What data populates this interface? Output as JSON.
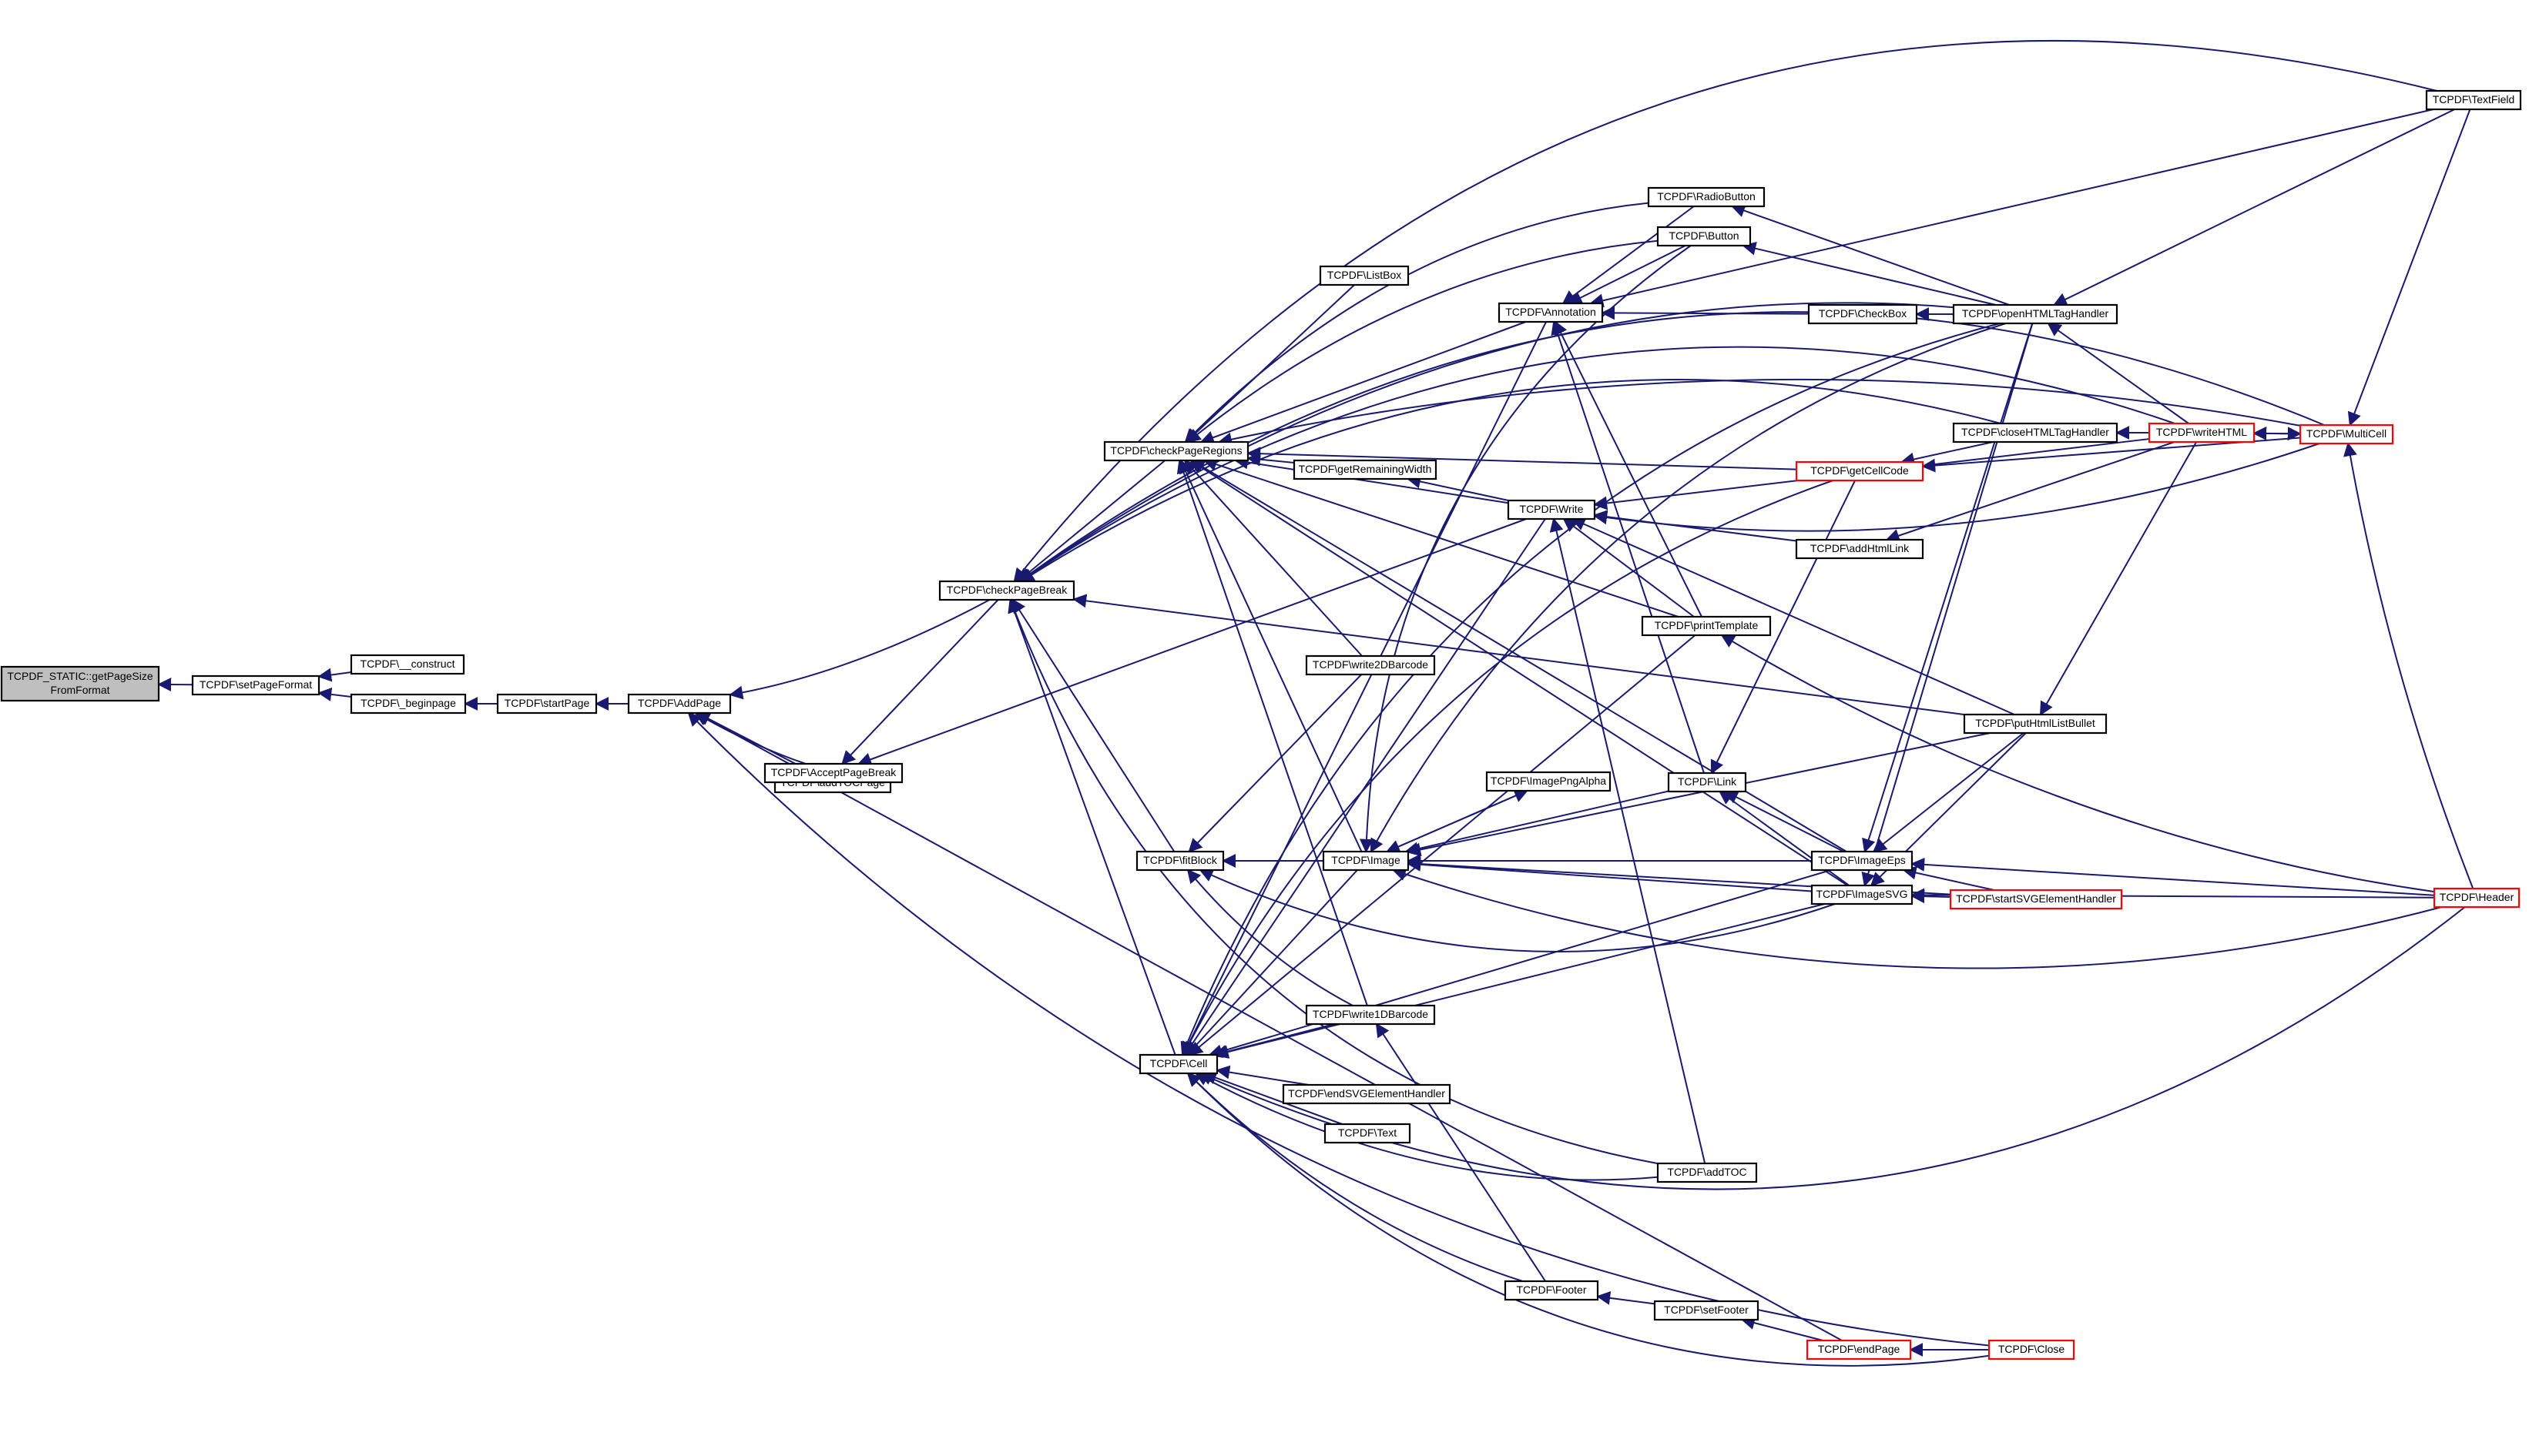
{
  "colors": {
    "edge": "#191970",
    "box_stroke_normal": "#000000",
    "box_stroke_truncated": "#ff0000",
    "box_fill_root": "#bfbfbf",
    "box_fill": "#ffffff"
  },
  "nodes": [
    {
      "id": "root",
      "lines": [
        "TCPDF_STATIC::getPageSize",
        "FromFormat"
      ],
      "style": "root"
    },
    {
      "id": "setPageFormat",
      "lines": [
        "TCPDF\\setPageFormat"
      ],
      "style": "normal"
    },
    {
      "id": "construct",
      "lines": [
        "TCPDF\\__construct"
      ],
      "style": "normal"
    },
    {
      "id": "beginpage",
      "lines": [
        "TCPDF\\_beginpage"
      ],
      "style": "normal"
    },
    {
      "id": "startPage",
      "lines": [
        "TCPDF\\startPage"
      ],
      "style": "normal"
    },
    {
      "id": "AddPage",
      "lines": [
        "TCPDF\\AddPage"
      ],
      "style": "normal"
    },
    {
      "id": "addTOCPage",
      "lines": [
        "TCPDF\\addTOCPage"
      ],
      "style": "normal"
    },
    {
      "id": "AcceptPageBreak",
      "lines": [
        "TCPDF\\AcceptPageBreak"
      ],
      "style": "normal"
    },
    {
      "id": "checkPageBreak",
      "lines": [
        "TCPDF\\checkPageBreak"
      ],
      "style": "normal"
    },
    {
      "id": "checkPageRegions",
      "lines": [
        "TCPDF\\checkPageRegions"
      ],
      "style": "normal"
    },
    {
      "id": "fitBlock",
      "lines": [
        "TCPDF\\fitBlock"
      ],
      "style": "normal"
    },
    {
      "id": "Cell",
      "lines": [
        "TCPDF\\Cell"
      ],
      "style": "normal"
    },
    {
      "id": "ListBox",
      "lines": [
        "TCPDF\\ListBox"
      ],
      "style": "normal"
    },
    {
      "id": "getRemainingWidth",
      "lines": [
        "TCPDF\\getRemainingWidth"
      ],
      "style": "normal"
    },
    {
      "id": "write2DBarcode",
      "lines": [
        "TCPDF\\write2DBarcode"
      ],
      "style": "normal"
    },
    {
      "id": "Image",
      "lines": [
        "TCPDF\\Image"
      ],
      "style": "normal"
    },
    {
      "id": "write1DBarcode",
      "lines": [
        "TCPDF\\write1DBarcode"
      ],
      "style": "normal"
    },
    {
      "id": "endSVGElementHandler",
      "lines": [
        "TCPDF\\endSVGElementHandler"
      ],
      "style": "normal"
    },
    {
      "id": "Text",
      "lines": [
        "TCPDF\\Text"
      ],
      "style": "normal"
    },
    {
      "id": "ImagePngAlpha",
      "lines": [
        "TCPDF\\ImagePngAlpha"
      ],
      "style": "normal"
    },
    {
      "id": "Annotation",
      "lines": [
        "TCPDF\\Annotation"
      ],
      "style": "normal"
    },
    {
      "id": "Write",
      "lines": [
        "TCPDF\\Write"
      ],
      "style": "normal"
    },
    {
      "id": "Footer",
      "lines": [
        "TCPDF\\Footer"
      ],
      "style": "normal"
    },
    {
      "id": "RadioButton",
      "lines": [
        "TCPDF\\RadioButton"
      ],
      "style": "normal"
    },
    {
      "id": "Button",
      "lines": [
        "TCPDF\\Button"
      ],
      "style": "normal"
    },
    {
      "id": "printTemplate",
      "lines": [
        "TCPDF\\printTemplate"
      ],
      "style": "normal"
    },
    {
      "id": "Link",
      "lines": [
        "TCPDF\\Link"
      ],
      "style": "normal"
    },
    {
      "id": "addTOC",
      "lines": [
        "TCPDF\\addTOC"
      ],
      "style": "normal"
    },
    {
      "id": "setFooter",
      "lines": [
        "TCPDF\\setFooter"
      ],
      "style": "normal"
    },
    {
      "id": "CheckBox",
      "lines": [
        "TCPDF\\CheckBox"
      ],
      "style": "normal"
    },
    {
      "id": "getCellCode",
      "lines": [
        "TCPDF\\getCellCode"
      ],
      "style": "truncated"
    },
    {
      "id": "addHtmlLink",
      "lines": [
        "TCPDF\\addHtmlLink"
      ],
      "style": "normal"
    },
    {
      "id": "ImageEps",
      "lines": [
        "TCPDF\\ImageEps"
      ],
      "style": "normal"
    },
    {
      "id": "ImageSVG",
      "lines": [
        "TCPDF\\ImageSVG"
      ],
      "style": "normal"
    },
    {
      "id": "endPage",
      "lines": [
        "TCPDF\\endPage"
      ],
      "style": "truncated"
    },
    {
      "id": "openHTMLTagHandler",
      "lines": [
        "TCPDF\\openHTMLTagHandler"
      ],
      "style": "normal"
    },
    {
      "id": "closeHTMLTagHandler",
      "lines": [
        "TCPDF\\closeHTMLTagHandler"
      ],
      "style": "normal"
    },
    {
      "id": "putHtmlListBullet",
      "lines": [
        "TCPDF\\putHtmlListBullet"
      ],
      "style": "normal"
    },
    {
      "id": "startSVGElementHandler",
      "lines": [
        "TCPDF\\startSVGElementHandler"
      ],
      "style": "truncated"
    },
    {
      "id": "writeHTML",
      "lines": [
        "TCPDF\\writeHTML"
      ],
      "style": "truncated"
    },
    {
      "id": "Close",
      "lines": [
        "TCPDF\\Close"
      ],
      "style": "truncated"
    },
    {
      "id": "TextField",
      "lines": [
        "TCPDF\\TextField"
      ],
      "style": "normal"
    },
    {
      "id": "MultiCell",
      "lines": [
        "TCPDF\\MultiCell"
      ],
      "style": "truncated"
    },
    {
      "id": "Header",
      "lines": [
        "TCPDF\\Header"
      ],
      "style": "truncated"
    }
  ],
  "edges": [
    [
      "root",
      "setPageFormat"
    ],
    [
      "setPageFormat",
      "construct"
    ],
    [
      "setPageFormat",
      "beginpage"
    ],
    [
      "beginpage",
      "startPage"
    ],
    [
      "startPage",
      "AddPage"
    ],
    [
      "AddPage",
      "addTOCPage"
    ],
    [
      "AddPage",
      "AcceptPageBreak"
    ],
    [
      "AddPage",
      "checkPageBreak"
    ],
    [
      "AddPage",
      "endPage"
    ],
    [
      "AddPage",
      "Close"
    ],
    [
      "AcceptPageBreak",
      "checkPageBreak"
    ],
    [
      "AcceptPageBreak",
      "Write"
    ],
    [
      "checkPageBreak",
      "checkPageRegions"
    ],
    [
      "checkPageBreak",
      "fitBlock"
    ],
    [
      "checkPageBreak",
      "Cell"
    ],
    [
      "checkPageBreak",
      "TextField"
    ],
    [
      "checkPageBreak",
      "MultiCell"
    ],
    [
      "checkPageBreak",
      "openHTMLTagHandler"
    ],
    [
      "checkPageBreak",
      "closeHTMLTagHandler"
    ],
    [
      "checkPageBreak",
      "writeHTML"
    ],
    [
      "checkPageBreak",
      "putHtmlListBullet"
    ],
    [
      "checkPageBreak",
      "addTOC"
    ],
    [
      "checkPageRegions",
      "ListBox"
    ],
    [
      "checkPageRegions",
      "getRemainingWidth"
    ],
    [
      "checkPageRegions",
      "write2DBarcode"
    ],
    [
      "checkPageRegions",
      "Image"
    ],
    [
      "checkPageRegions",
      "write1DBarcode"
    ],
    [
      "checkPageRegions",
      "Annotation"
    ],
    [
      "checkPageRegions",
      "Write"
    ],
    [
      "checkPageRegions",
      "RadioButton"
    ],
    [
      "checkPageRegions",
      "Button"
    ],
    [
      "checkPageRegions",
      "printTemplate"
    ],
    [
      "checkPageRegions",
      "getCellCode"
    ],
    [
      "checkPageRegions",
      "ImageEps"
    ],
    [
      "checkPageRegions",
      "ImageSVG"
    ],
    [
      "checkPageRegions",
      "MultiCell"
    ],
    [
      "fitBlock",
      "write2DBarcode"
    ],
    [
      "fitBlock",
      "Image"
    ],
    [
      "fitBlock",
      "write1DBarcode"
    ],
    [
      "fitBlock",
      "ImageEps"
    ],
    [
      "fitBlock",
      "ImageSVG"
    ],
    [
      "Cell",
      "write1DBarcode"
    ],
    [
      "Cell",
      "endSVGElementHandler"
    ],
    [
      "Cell",
      "Text"
    ],
    [
      "Cell",
      "Image"
    ],
    [
      "Cell",
      "Annotation"
    ],
    [
      "Cell",
      "Write"
    ],
    [
      "Cell",
      "Footer"
    ],
    [
      "Cell",
      "printTemplate"
    ],
    [
      "Cell",
      "addTOC"
    ],
    [
      "Cell",
      "ImageEps"
    ],
    [
      "Cell",
      "ImageSVG"
    ],
    [
      "Cell",
      "openHTMLTagHandler"
    ],
    [
      "Cell",
      "getCellCode"
    ],
    [
      "Cell",
      "Close"
    ],
    [
      "Cell",
      "Header"
    ],
    [
      "Image",
      "ImagePngAlpha"
    ],
    [
      "Image",
      "Link"
    ],
    [
      "Image",
      "ImageEps"
    ],
    [
      "Image",
      "ImageSVG"
    ],
    [
      "Image",
      "Button"
    ],
    [
      "Image",
      "startSVGElementHandler"
    ],
    [
      "Image",
      "putHtmlListBullet"
    ],
    [
      "Image",
      "openHTMLTagHandler"
    ],
    [
      "Image",
      "Header"
    ],
    [
      "ImagePngAlpha",
      "Image"
    ],
    [
      "write1DBarcode",
      "Footer"
    ],
    [
      "getRemainingWidth",
      "Write"
    ],
    [
      "Annotation",
      "Button"
    ],
    [
      "Annotation",
      "RadioButton"
    ],
    [
      "Annotation",
      "CheckBox"
    ],
    [
      "Annotation",
      "TextField"
    ],
    [
      "Annotation",
      "Link"
    ],
    [
      "Annotation",
      "printTemplate"
    ],
    [
      "Write",
      "addHtmlLink"
    ],
    [
      "Write",
      "writeHTML"
    ],
    [
      "Write",
      "MultiCell"
    ],
    [
      "Write",
      "printTemplate"
    ],
    [
      "Write",
      "putHtmlListBullet"
    ],
    [
      "Write",
      "addTOC"
    ],
    [
      "Footer",
      "setFooter"
    ],
    [
      "setFooter",
      "endPage"
    ],
    [
      "endPage",
      "Close"
    ],
    [
      "RadioButton",
      "openHTMLTagHandler"
    ],
    [
      "Button",
      "openHTMLTagHandler"
    ],
    [
      "CheckBox",
      "openHTMLTagHandler"
    ],
    [
      "Link",
      "ImageEps"
    ],
    [
      "Link",
      "ImageSVG"
    ],
    [
      "Link",
      "getCellCode"
    ],
    [
      "getCellCode",
      "closeHTMLTagHandler"
    ],
    [
      "getCellCode",
      "MultiCell"
    ],
    [
      "addHtmlLink",
      "writeHTML"
    ],
    [
      "printTemplate",
      "Header"
    ],
    [
      "ImageEps",
      "openHTMLTagHandler"
    ],
    [
      "ImageEps",
      "putHtmlListBullet"
    ],
    [
      "ImageEps",
      "startSVGElementHandler"
    ],
    [
      "ImageEps",
      "Header"
    ],
    [
      "ImageSVG",
      "startSVGElementHandler"
    ],
    [
      "ImageSVG",
      "Header"
    ],
    [
      "ImageSVG",
      "openHTMLTagHandler"
    ],
    [
      "ImageSVG",
      "putHtmlListBullet"
    ],
    [
      "openHTMLTagHandler",
      "writeHTML"
    ],
    [
      "openHTMLTagHandler",
      "TextField"
    ],
    [
      "closeHTMLTagHandler",
      "writeHTML"
    ],
    [
      "putHtmlListBullet",
      "writeHTML"
    ],
    [
      "writeHTML",
      "MultiCell"
    ],
    [
      "MultiCell",
      "writeHTML"
    ],
    [
      "MultiCell",
      "TextField"
    ],
    [
      "MultiCell",
      "Header"
    ]
  ]
}
